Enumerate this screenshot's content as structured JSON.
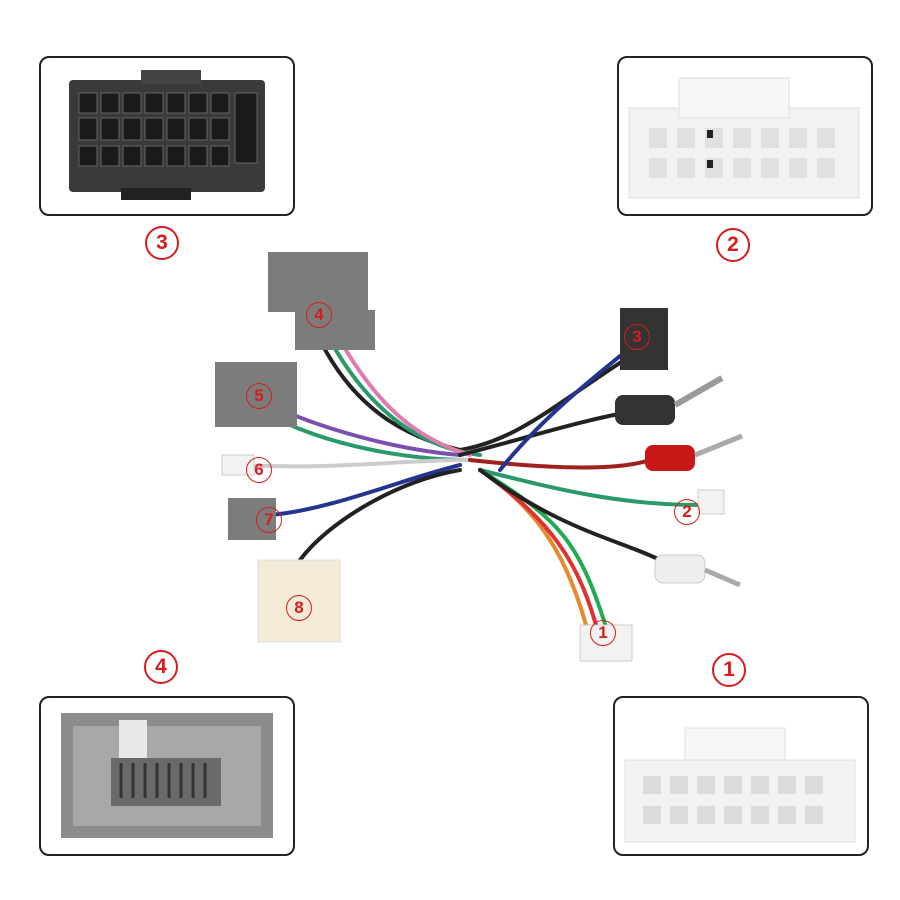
{
  "callouts": {
    "top_left": "3",
    "top_right": "2",
    "bottom_left": "4",
    "bottom_right": "1"
  },
  "harness_labels": [
    "1",
    "2",
    "3",
    "4",
    "5",
    "6",
    "7",
    "8"
  ],
  "colors": {
    "accent": "#d81c1c",
    "grey_connector": "#808080",
    "white_connector": "#f2f2f2",
    "black_connector": "#3a3a3a"
  }
}
